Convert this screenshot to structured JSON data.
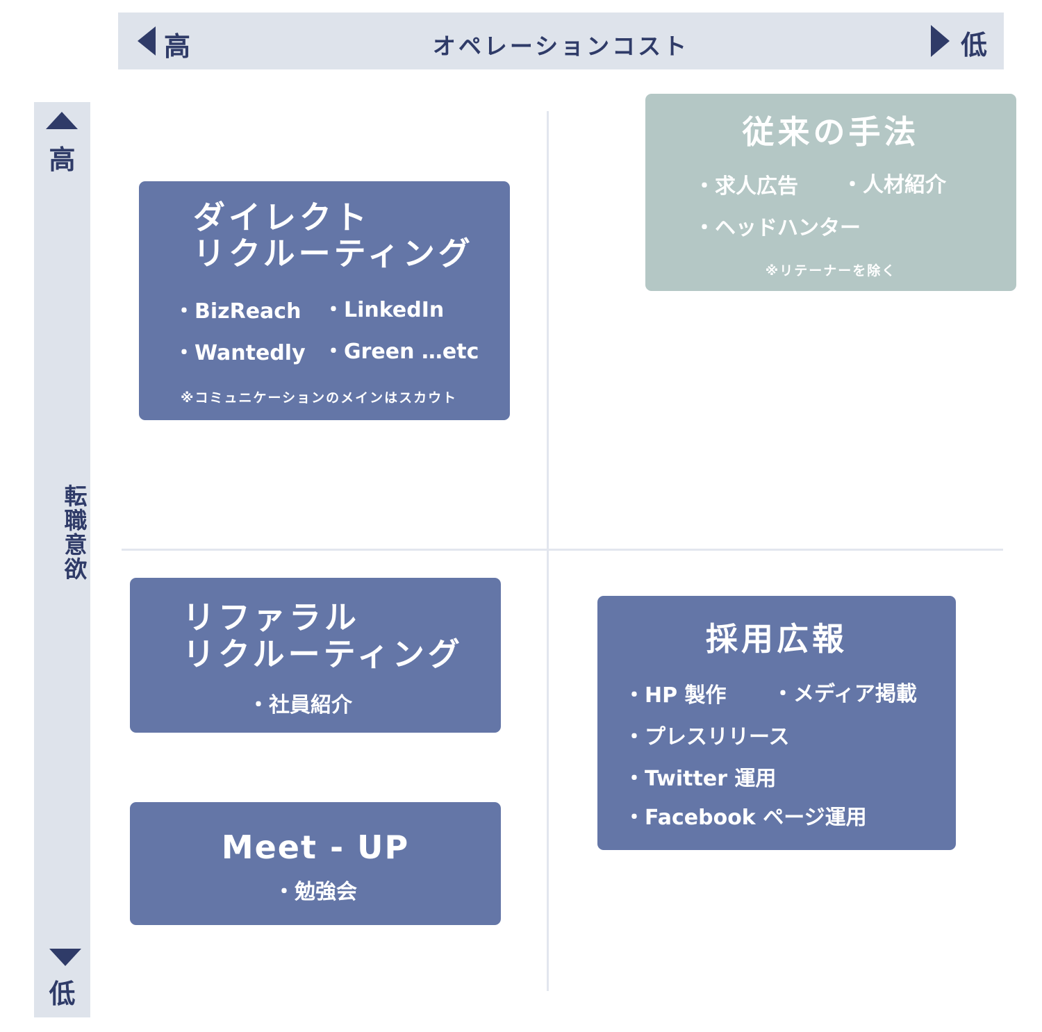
{
  "x_axis": {
    "high": "高",
    "title": "オペレーションコスト",
    "low": "低"
  },
  "y_axis": {
    "high": "高",
    "title": "転職意欲",
    "low": "低"
  },
  "boxes": {
    "direct": {
      "title_line1": "ダイレクト",
      "title_line2": "リクルーティング",
      "items": [
        "・BizReach",
        "・LinkedIn",
        "・Wantedly",
        "・Green …etc"
      ],
      "note": "※コミュニケーションのメインはスカウト"
    },
    "traditional": {
      "title": "従来の手法",
      "items": [
        "・求人広告",
        "・人材紹介",
        "・ヘッドハンター"
      ],
      "note": "※リテーナーを除く"
    },
    "referral": {
      "title_line1": "リファラル",
      "title_line2": "リクルーティング",
      "items": [
        "・社員紹介"
      ]
    },
    "meetup": {
      "title": "Meet - UP",
      "items": [
        "・勉強会"
      ]
    },
    "pr": {
      "title": "採用広報",
      "items": [
        "・HP 製作",
        "・メディア掲載",
        "・プレスリリース",
        "・Twitter 運用",
        "・Facebook ページ運用"
      ]
    }
  },
  "colors": {
    "box_blue": "#6476a7",
    "box_gray": "#b4c7c5",
    "axis_bg": "#dee3eb",
    "axis_text": "#2f3b68",
    "divider": "#e2e6ee"
  }
}
